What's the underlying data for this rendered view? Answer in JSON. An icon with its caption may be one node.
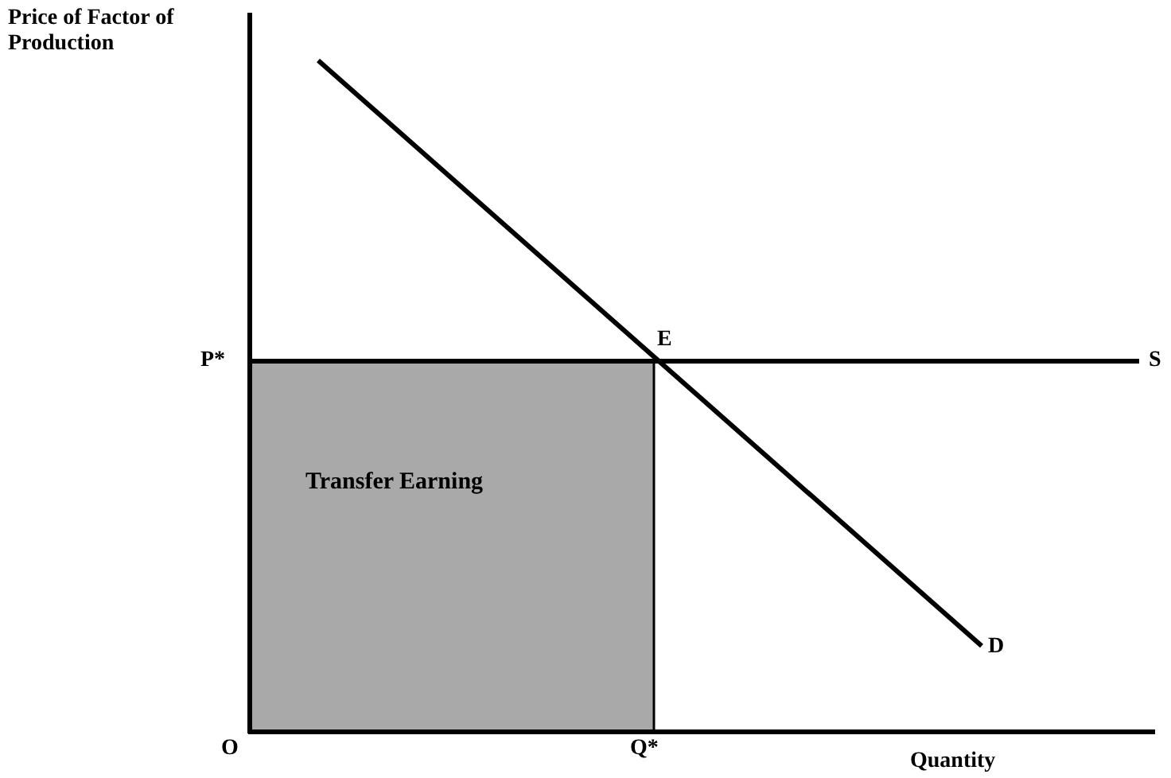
{
  "diagram": {
    "nodes": [
      {
        "text": [
          "Transfer Earning"
        ]
      }
    ],
    "labels": [
      "Price of Factor of Production",
      "E",
      "P*",
      "S",
      "D",
      "O",
      "Q*",
      "Quantity"
    ]
  }
}
